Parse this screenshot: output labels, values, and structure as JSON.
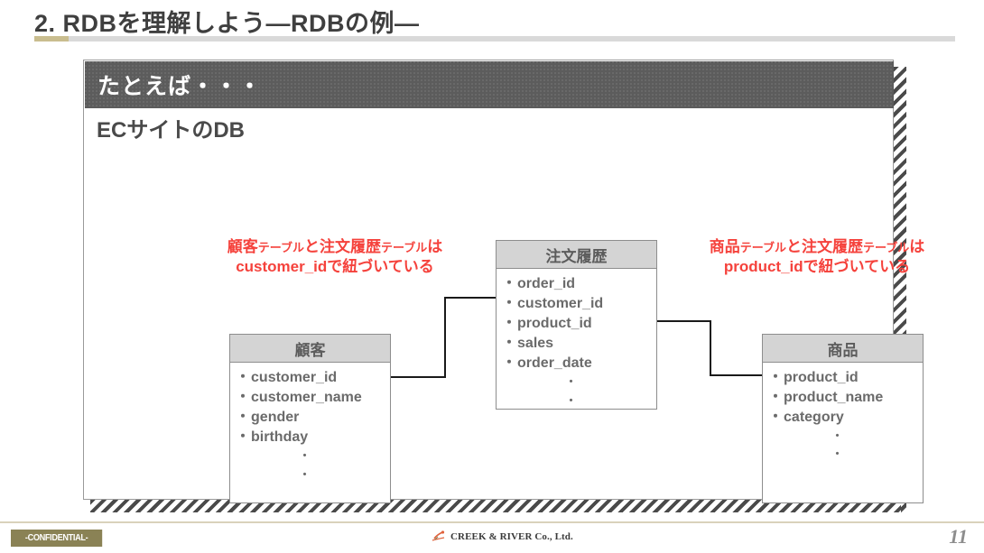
{
  "slide": {
    "title": "2. RDBを理解しよう―RDBの例―",
    "page_number": "11"
  },
  "panel": {
    "header": "たとえば・・・",
    "subtitle": "ECサイトのDB",
    "header_bg": "#5c5c5c"
  },
  "annotations": {
    "left": {
      "line1_a": "顧客",
      "line1_b": "テーブル",
      "line1_c": "と",
      "line1_d": "注文履歴",
      "line1_e": "テーブル",
      "line1_f": "は",
      "line2": "customer_idで紐づいている",
      "color": "#f5423c"
    },
    "right": {
      "line1_a": "商品",
      "line1_b": "テーブル",
      "line1_c": "と",
      "line1_d": "注文履歴",
      "line1_e": "テーブル",
      "line1_f": "は",
      "line2": "product_idで紐づいている",
      "color": "#f5423c"
    }
  },
  "entities": [
    {
      "id": "customer",
      "title": "顧客",
      "fields": [
        "customer_id",
        "customer_name",
        "gender",
        "birthday"
      ],
      "ellipsis": [
        "・",
        "・"
      ]
    },
    {
      "id": "order",
      "title": "注文履歴",
      "fields": [
        "order_id",
        "customer_id",
        "product_id",
        "sales",
        "order_date"
      ],
      "ellipsis": [
        "・",
        "・"
      ]
    },
    {
      "id": "product",
      "title": "商品",
      "fields": [
        "product_id",
        "product_name",
        "category"
      ],
      "ellipsis": [
        "・",
        "・"
      ]
    }
  ],
  "footer": {
    "confidential": "-CONFIDENTIAL-",
    "brand": "CREEK & RIVER Co., Ltd.",
    "badge_color": "#8a8255",
    "brand_mark_color": "#e0623c"
  },
  "bullet": "・"
}
